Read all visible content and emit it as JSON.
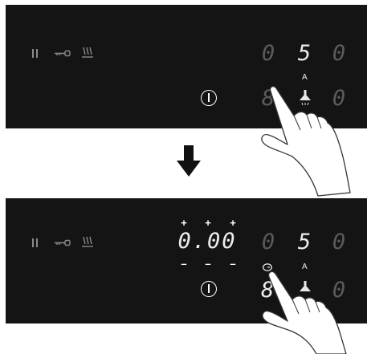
{
  "top_panel": {
    "display_row1": [
      "0",
      "5",
      "0"
    ],
    "display_row2": [
      "8",
      "0"
    ],
    "power_indicator_letter": "A"
  },
  "bottom_panel": {
    "timer_digits": "0.00",
    "timer_plus": [
      "+",
      "+",
      "+"
    ],
    "timer_minus": [
      "–",
      "–",
      "–"
    ],
    "display_row1": [
      "0",
      "5",
      "0"
    ],
    "display_row2": [
      "8.",
      "0"
    ],
    "power_indicator_letter": "A"
  },
  "icons": {
    "pause": "pause-icon",
    "lock": "key-lock-icon",
    "bridge": "bridge-zone-icon",
    "power": "power-icon",
    "hood": "hood-icon",
    "timer": "timer-icon",
    "finger": "pointing-hand-icon",
    "arrow": "down-arrow-icon"
  },
  "colors": {
    "panel": "#141414",
    "dim_digit": "#5b5b5b",
    "lit_digit": "#ededed"
  }
}
